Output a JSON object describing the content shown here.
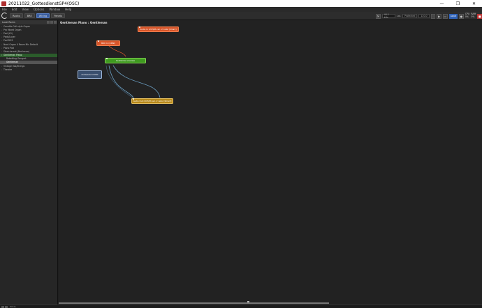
{
  "window": {
    "title": "20211022_GottesdienstGP4(OSC)",
    "controls": [
      "—",
      "❐",
      "✕"
    ]
  },
  "menubar": {
    "items": [
      "File",
      "Edit",
      "View",
      "Options",
      "Window",
      "Help"
    ]
  },
  "toolbar": {
    "buttons": [
      {
        "label": "Racks",
        "active": false
      },
      {
        "label": "BRE",
        "active": false
      },
      {
        "label": "Wiring",
        "active": true
      },
      {
        "label": "Panels",
        "active": false
      }
    ],
    "sample_rate": "44.1 kHz",
    "buffer_label": "Lat.",
    "latency": "Protected",
    "tempo": "120.0",
    "cpu": [
      "CPU",
      "0%"
    ],
    "ram": [
      "RAM",
      "0%"
    ],
    "mode_button": "Local"
  },
  "sidebar": {
    "title": "Local Racks",
    "items": [
      {
        "label": "Cavaille-Coll style Organ",
        "expanded": false,
        "level": 0,
        "selected": false
      },
      {
        "label": "Pro Mixed Organ",
        "expanded": false,
        "level": 0,
        "selected": false
      },
      {
        "label": "Pad (LO)",
        "expanded": false,
        "level": 0,
        "selected": false
      },
      {
        "label": "Pads/Layer",
        "expanded": false,
        "level": 0,
        "selected": false
      },
      {
        "label": "Pad DG3",
        "expanded": false,
        "level": 0,
        "selected": false
      },
      {
        "label": "Nord Organ 4 Room Mic Default",
        "expanded": false,
        "level": 0,
        "selected": false
      },
      {
        "label": "Piano Pad",
        "expanded": false,
        "level": 0,
        "selected": false
      },
      {
        "label": "Streicherset (Berlinerm)",
        "expanded": false,
        "level": 0,
        "selected": false
      },
      {
        "label": "Gentleman Piano",
        "expanded": true,
        "level": 0,
        "selected": true
      },
      {
        "label": "Rebetting Gangert",
        "expanded": false,
        "level": 1,
        "selected": false
      },
      {
        "label": "Gentleman",
        "expanded": false,
        "level": 1,
        "selected": true
      },
      {
        "label": "Vintage Vox/Strings",
        "expanded": false,
        "level": 0,
        "selected": false
      },
      {
        "label": "Theater",
        "expanded": false,
        "level": 0,
        "selected": false
      }
    ]
  },
  "canvas": {
    "breadcrumb": "Gentleman Piano : Gentleman",
    "nodes": {
      "audio_in": "Audio In (2CH/M vari. 2 cells) [Smart]",
      "midi_in": "MIDI In (OMNI)",
      "gentleman": "Gentleman (Cubes)",
      "osc": "Audio/sound OSC",
      "audio_out": "Audio Out (2CH/M vari. 2 cells) [Smart]"
    }
  },
  "statusbar": {
    "text": "Ready"
  },
  "colors": {
    "orange_node": "#d8562a",
    "green_node": "#3f9a20",
    "gold_node": "#b8891a",
    "blue_node": "#3a4f6e",
    "selection": "#2b5c2b",
    "accent": "#2f62b8"
  }
}
